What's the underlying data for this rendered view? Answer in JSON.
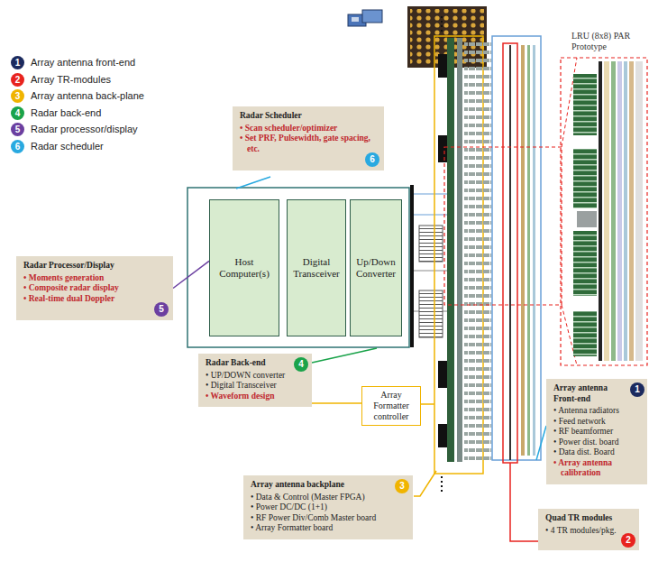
{
  "diagram": {
    "nodes": [
      {
        "text": [
          "Radar Scheduler",
          "• Scan scheduler/optimizer",
          "• Set PRF, Pulsewidth, gate spacing, etc."
        ]
      },
      {
        "text": [
          "6"
        ],
        "in": 0
      },
      {
        "text": [
          "Host Computer(s)"
        ]
      },
      {
        "text": [
          "Digital Transceiver"
        ]
      },
      {
        "text": [
          "Up/Down Converter"
        ]
      },
      {
        "text": [
          "Radar Processor/Display",
          "• Moments generation",
          "• Composite radar display",
          "• Real-time dual Doppler"
        ]
      },
      {
        "text": [
          "5"
        ],
        "in": 5
      },
      {
        "text": [
          "Radar Back-end",
          "• UP/DOWN converter",
          "• Digital Transceiver",
          "• Waveform design"
        ]
      },
      {
        "text": [
          "4"
        ],
        "in": 7
      },
      {
        "text": [
          "Array Formatter controller"
        ]
      },
      {
        "text": [
          "Array antenna backplane",
          "• Data & Control (Master FPGA)",
          "• Power DC/DC (1+1)",
          "• RF Power Div/Comb Master board",
          "• Array Formatter board"
        ]
      },
      {
        "text": [
          "3"
        ],
        "in": 10
      },
      {
        "text": [
          "Array antenna Front-end",
          "• Antenna radiators",
          "• Feed network",
          "• RF beamformer",
          "• Power dist. board",
          "• Data dist. Board",
          "• Array antenna calibration"
        ]
      },
      {
        "text": [
          "1"
        ],
        "in": 12
      },
      {
        "text": [
          "Quad TR modules",
          "• 4 TR modules/pkg."
        ]
      },
      {
        "text": [
          "2"
        ],
        "in": 14
      }
    ],
    "edges": [
      {
        "from": 5,
        "to": 2,
        "arrow": "none"
      },
      {
        "from": 7,
        "to": 9,
        "arrow": "none"
      }
    ],
    "labels": [
      "1",
      "2",
      "3",
      "4",
      "5",
      "6",
      "LRU (8x8) PAR Prototype"
    ],
    "legend": [
      {
        "text": "Array antenna front-end",
        "color": "#1b2a5e"
      },
      {
        "text": "Array TR-modules",
        "color": "#e8231f"
      },
      {
        "text": "Array antenna back-plane",
        "color": "#f0b400"
      },
      {
        "text": "Radar back-end",
        "color": "#1aa34a"
      },
      {
        "text": "Radar processor/display",
        "color": "#6b3fa0"
      },
      {
        "text": "Radar scheduler",
        "color": "#29a9e0"
      }
    ]
  }
}
